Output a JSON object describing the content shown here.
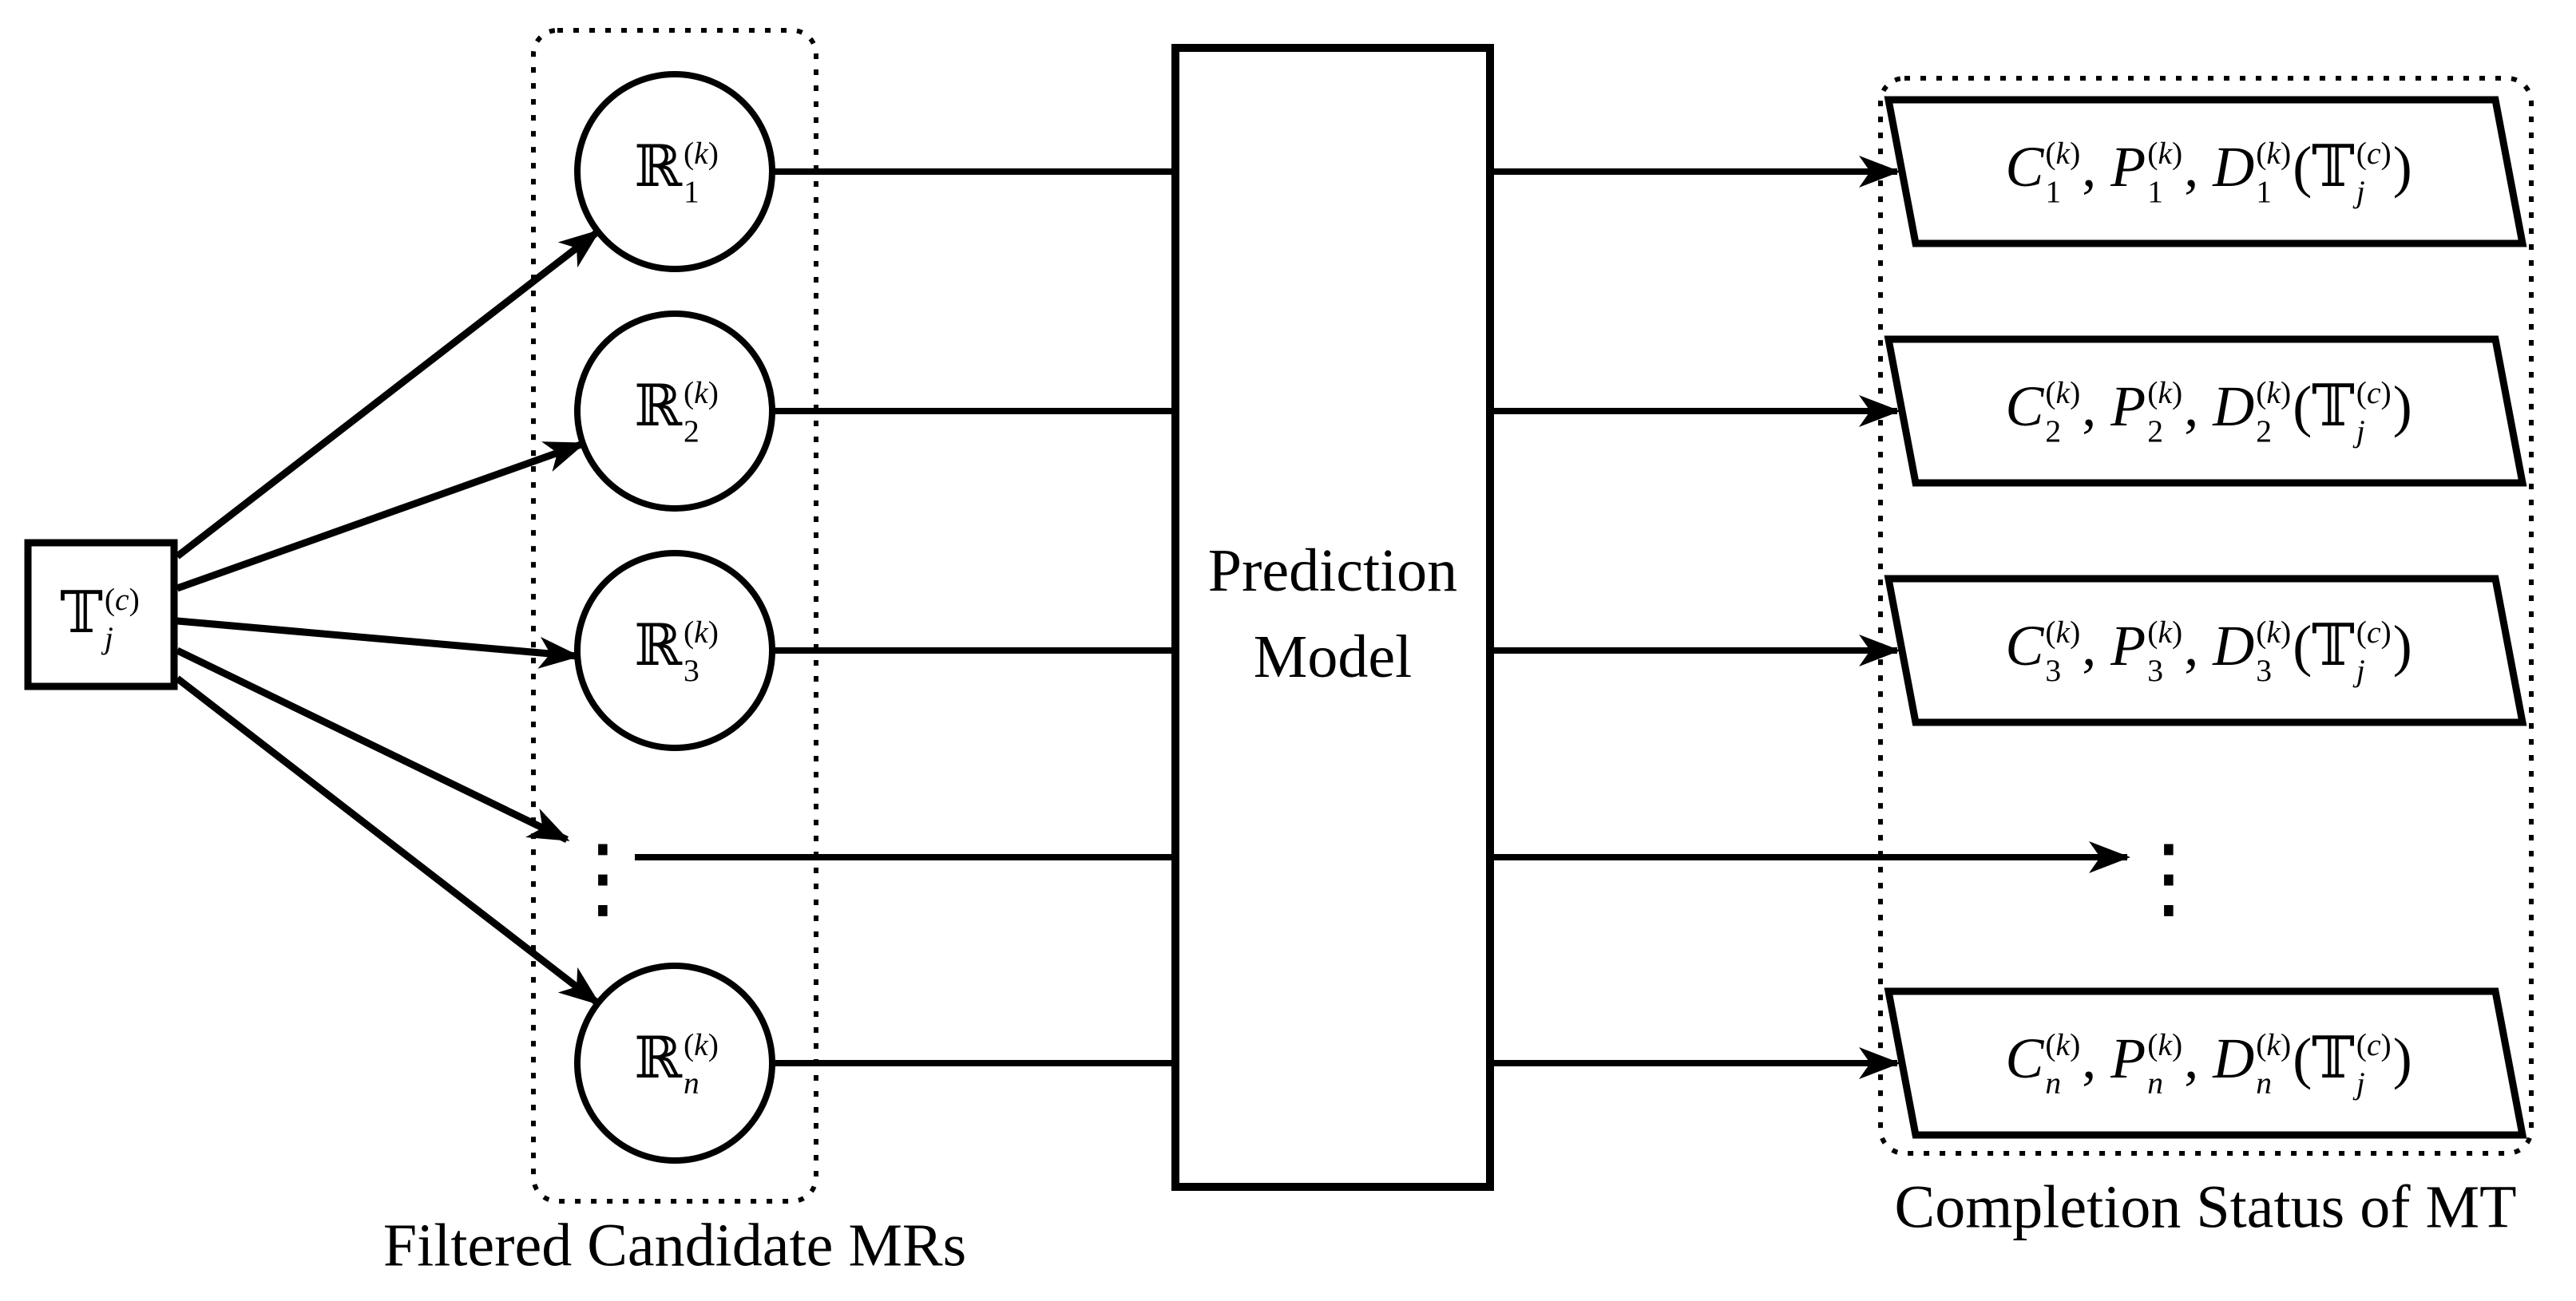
{
  "figure": {
    "source": {
      "label_math": "𝕋_{j}^{(c)}"
    },
    "candidates_group": {
      "caption": "Filtered Candidate MRs",
      "nodes": [
        "ℝ_{1}^{(k)}",
        "ℝ_{2}^{(k)}",
        "ℝ_{3}^{(k)}",
        "⋮",
        "ℝ_{n}^{(k)}"
      ]
    },
    "model": {
      "label": "Prediction Model"
    },
    "outputs_group": {
      "caption": "Completion Status of MT",
      "nodes": [
        "C_{1}^{(k)}, P_{1}^{(k)}, D_{1}^{(k)}(𝕋_{j}^{(c)})",
        "C_{2}^{(k)}, P_{2}^{(k)}, D_{2}^{(k)}(𝕋_{j}^{(c)})",
        "C_{3}^{(k)}, P_{3}^{(k)}, D_{3}^{(k)}(𝕋_{j}^{(c)})",
        "⋮",
        "C_{n}^{(k)}, P_{n}^{(k)}, D_{n}^{(k)}(𝕋_{j}^{(c)})"
      ]
    },
    "colors": {
      "ink": "#000000",
      "background": "#ffffff"
    }
  }
}
